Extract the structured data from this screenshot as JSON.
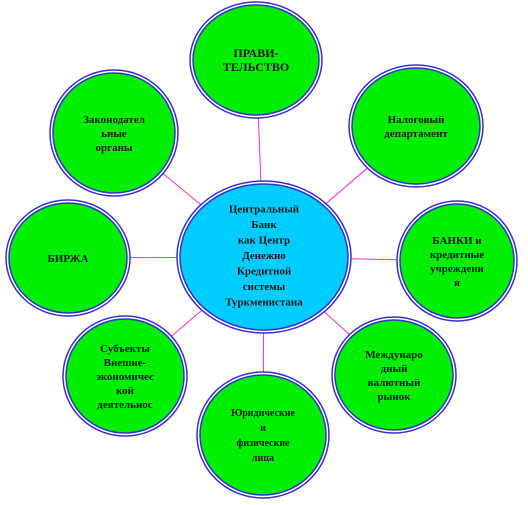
{
  "colors": {
    "center_fill": "#00ccff",
    "node_fill": "#00ee00",
    "ring": "#3333cc",
    "connector": "#ee33cc",
    "text": "#1a1a1a"
  },
  "center": {
    "lines": [
      "Центральный",
      "Банк",
      "как Центр",
      "Денежно",
      "Кредитной",
      "системы",
      "Туркменистана"
    ]
  },
  "nodes": [
    {
      "id": "government",
      "lines": [
        "ПРАВИ-",
        "ТЕЛЬСТВО"
      ]
    },
    {
      "id": "tax-department",
      "lines": [
        "Налоговый",
        "департамент"
      ]
    },
    {
      "id": "banks",
      "lines": [
        "БАНКИ и",
        "кредитные",
        "учреждени",
        "я"
      ]
    },
    {
      "id": "international-market",
      "lines": [
        "Междунаро",
        "дный",
        "валютный",
        "рынок"
      ]
    },
    {
      "id": "legal-entities",
      "lines": [
        "Юридические",
        "и",
        "физические",
        "лица"
      ]
    },
    {
      "id": "foreign-trade-subjects",
      "lines": [
        "Субъекты",
        "Внешне-",
        "экономичес",
        "кой",
        "деятельнос"
      ]
    },
    {
      "id": "exchange",
      "lines": [
        "БИРЖА"
      ]
    },
    {
      "id": "legislative-bodies",
      "lines": [
        "Законодател",
        "ьные",
        "органы"
      ]
    }
  ]
}
